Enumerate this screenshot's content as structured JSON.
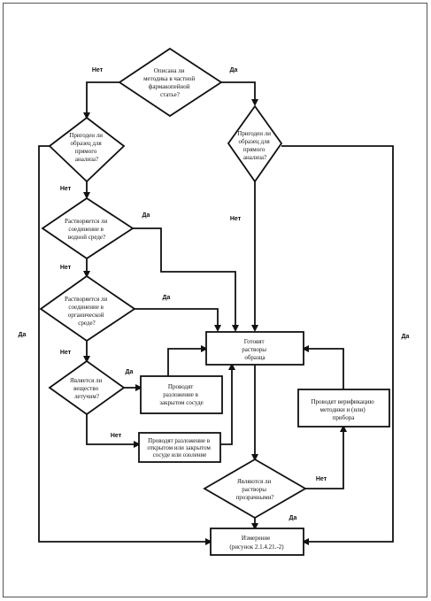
{
  "nodes": {
    "d1": [
      "Описана ли",
      "методика в частной",
      "фармакопейной",
      "статье?"
    ],
    "d2": [
      "Пригоден ли",
      "образец для",
      "прямого",
      "анализа?"
    ],
    "d3": [
      "Пригоден ли",
      "образец для",
      "прямого",
      "анализа?"
    ],
    "d4": [
      "Растворяется ли",
      "соединение в",
      "водной среде?"
    ],
    "d5": [
      "Растворяется ли",
      "соединение в",
      "органической",
      "среде?"
    ],
    "d6": [
      "Является ли",
      "вещество",
      "летучим?"
    ],
    "d7": [
      "Являются ли",
      "растворы",
      "прозрачными?"
    ],
    "b1": [
      "Готовят",
      "растворы",
      "образца"
    ],
    "b2": [
      "Проводят",
      "разложение в",
      "закрытом сосуде"
    ],
    "b3": [
      "Проводят разложение в",
      "открытом или закрытом",
      "сосуде или озоление"
    ],
    "b4": [
      "Проводят верификацию",
      "методики и (или)",
      "прибора"
    ],
    "b5": [
      "Измерение",
      "(рисунок 2.1.4.21.-2)"
    ]
  },
  "edge_labels": {
    "no": "Нет",
    "yes": "Да"
  }
}
